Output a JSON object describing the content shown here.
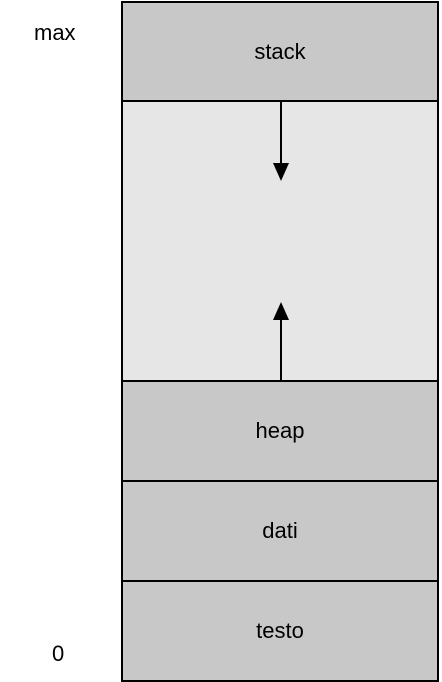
{
  "labels": {
    "top_address": "max",
    "bottom_address": "0"
  },
  "segments": {
    "stack": {
      "label": "stack",
      "color": "#c8c8c8"
    },
    "free": {
      "label": "",
      "color": "#e6e6e6"
    },
    "heap": {
      "label": "heap",
      "color": "#c8c8c8"
    },
    "dati": {
      "label": "dati",
      "color": "#c8c8c8"
    },
    "testo": {
      "label": "testo",
      "color": "#c8c8c8"
    }
  },
  "arrows": {
    "stack_growth": "down",
    "heap_growth": "up"
  }
}
